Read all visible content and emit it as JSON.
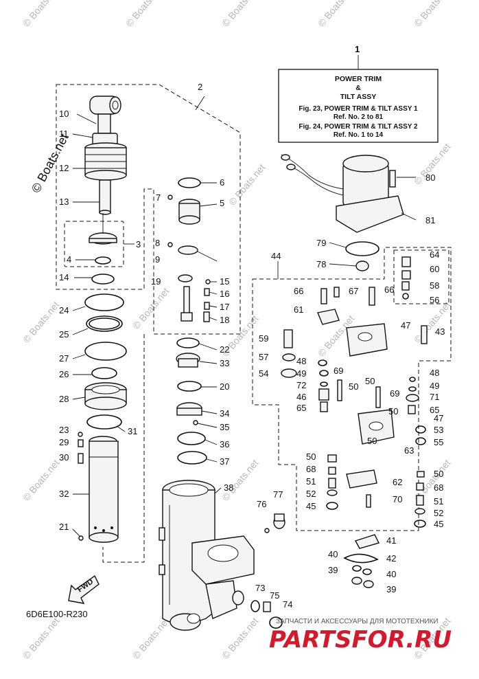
{
  "watermark": "© Boats.net",
  "watermark_big": "© Boats.net",
  "reference_box": {
    "lines": [
      "POWER TRIM",
      "&",
      "TILT ASSY",
      "Fig. 23, POWER TRIM & TILT ASSY 1",
      "Ref. No. 2 to 81",
      "Fig. 24, POWER TRIM & TILT ASSY 2",
      "Ref. No. 1 to 14"
    ]
  },
  "diagram_code": "6D6E100-R230",
  "fwd_label": "FWD",
  "logo": {
    "tagline": "ЗАПЧАСТИ И АКСЕССУАРЫ ДЛЯ МОТОТЕХНИКИ",
    "text": "PARTSFOR.RU"
  },
  "callouts": {
    "c1": "1",
    "c2": "2",
    "c3": "3",
    "c4": "4",
    "c5": "5",
    "c6": "6",
    "c7": "7",
    "c8": "8",
    "c9": "9",
    "c10": "10",
    "c11": "11",
    "c12": "12",
    "c13": "13",
    "c14": "14",
    "c15": "15",
    "c16": "16",
    "c17": "17",
    "c18": "18",
    "c19": "19",
    "c20": "20",
    "c21": "21",
    "c22": "22",
    "c23": "23",
    "c24": "24",
    "c25": "25",
    "c26": "26",
    "c27": "27",
    "c28": "28",
    "c29": "29",
    "c30": "30",
    "c31": "31",
    "c32": "32",
    "c33": "33",
    "c34": "34",
    "c35": "35",
    "c36": "36",
    "c37": "37",
    "c38": "38",
    "c39": "39",
    "c40": "40",
    "c41": "41",
    "c42": "42",
    "c43": "43",
    "c44": "44",
    "c45": "45",
    "c46": "46",
    "c47": "47",
    "c48": "48",
    "c49": "49",
    "c50": "50",
    "c51": "51",
    "c52": "52",
    "c53": "53",
    "c54": "54",
    "c55": "55",
    "c56": "56",
    "c57": "57",
    "c58": "58",
    "c59": "59",
    "c60": "60",
    "c61": "61",
    "c62": "62",
    "c63": "63",
    "c64": "64",
    "c65": "65",
    "c66": "66",
    "c67": "67",
    "c68": "68",
    "c69": "69",
    "c70": "70",
    "c71": "71",
    "c72": "72",
    "c73": "73",
    "c74": "74",
    "c75": "75",
    "c76": "76",
    "c77": "77",
    "c78": "78",
    "c79": "79",
    "c80": "80",
    "c81": "81"
  }
}
